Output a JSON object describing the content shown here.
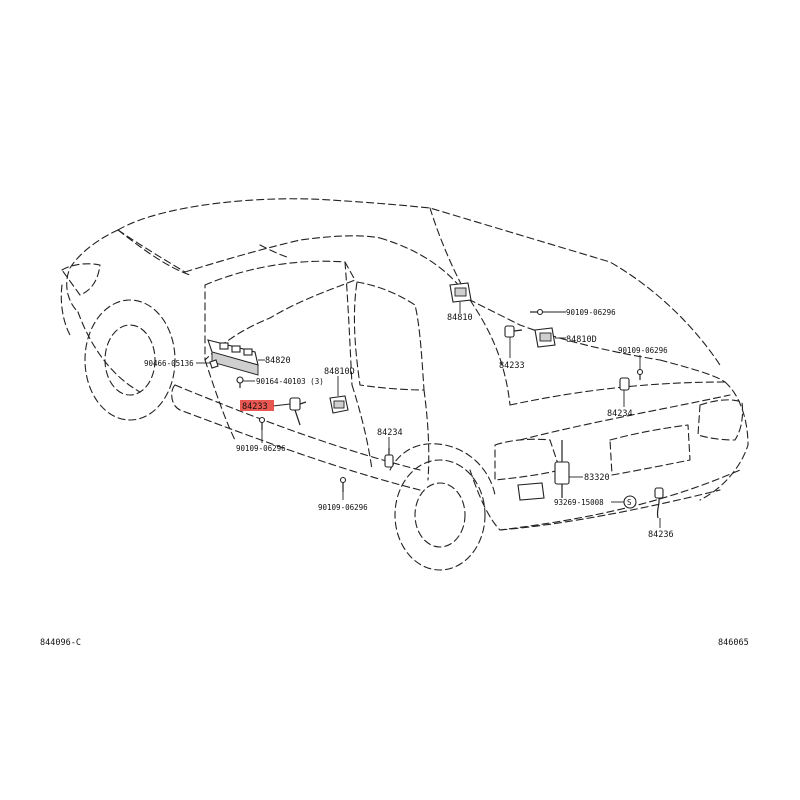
{
  "diagram": {
    "ref_left": "844096-C",
    "ref_right": "846065",
    "highlight_color": "#e53935",
    "callouts": {
      "c84820": "84820",
      "c90466": "90466-05136",
      "c90164": "90164-40103 (3)",
      "c84233_hl": "84233",
      "c90109_a": "90109-06296",
      "c84810D_a": "84810D",
      "c84234_a": "84234",
      "c90109_b": "90109-06296",
      "c84810": "84810",
      "c90109_c": "90109-06296",
      "c84233_b": "84233",
      "c84810D_b": "84810D",
      "c90109_d": "90109-06296",
      "c84234_b": "84234",
      "c83320": "83320",
      "c93269": "93269-15008",
      "c84236": "84236"
    }
  }
}
